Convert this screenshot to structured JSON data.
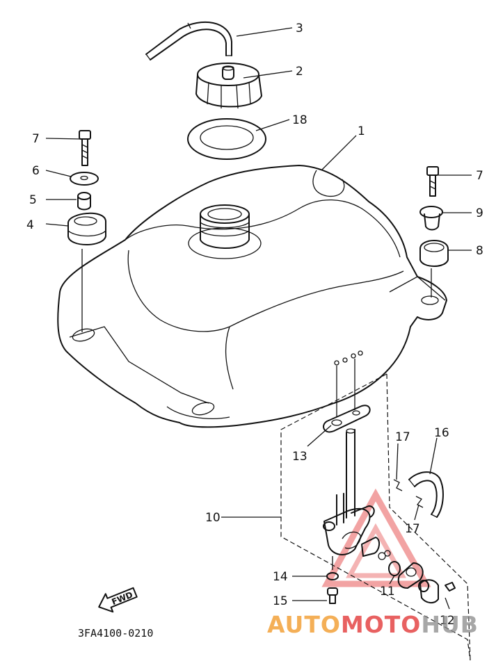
{
  "diagram_code": "3FA4100-0210",
  "fwd_label": "FWD",
  "watermark": {
    "part1": "AUTO",
    "part2": "MOTO",
    "part3": "HUB",
    "color_orange": "#f2a13a",
    "color_red": "#e23a3a",
    "color_gray": "#8a8a8a"
  },
  "callouts": {
    "c1": "1",
    "c2": "2",
    "c3": "3",
    "c4": "4",
    "c5": "5",
    "c6": "6",
    "c7a": "7",
    "c7b": "7",
    "c8": "8",
    "c9": "9",
    "c10": "10",
    "c11": "11",
    "c12": "12",
    "c13": "13",
    "c14": "14",
    "c15": "15",
    "c16": "16",
    "c17a": "17",
    "c17b": "17",
    "c18": "18"
  }
}
